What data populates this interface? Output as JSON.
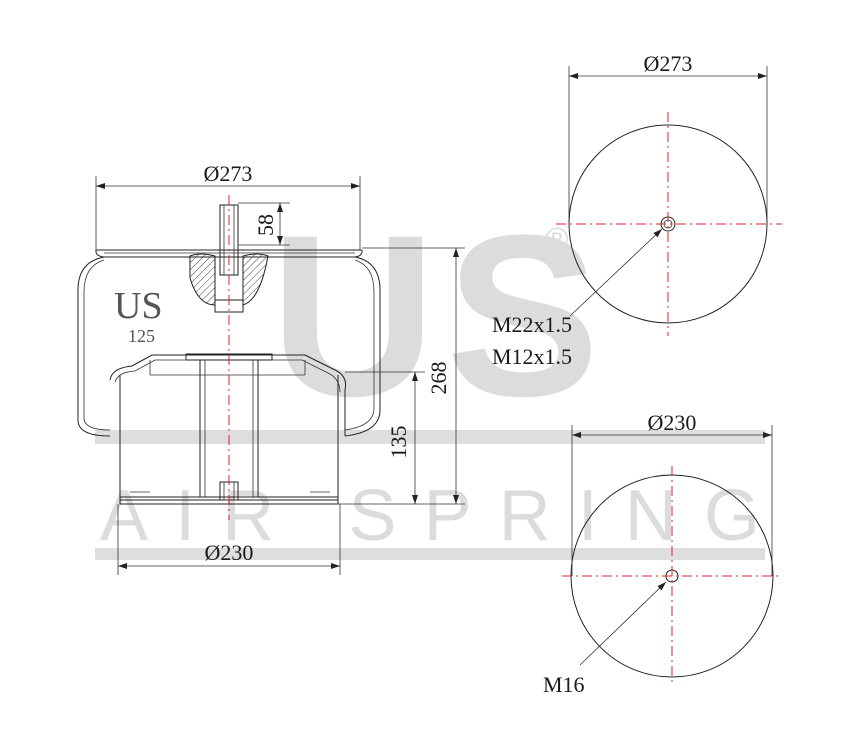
{
  "watermark": {
    "big_text": "US",
    "registered_mark": "®",
    "sub_text": "AIR SPRING"
  },
  "brand": {
    "logo_text": "US",
    "model_number": "125"
  },
  "side_view": {
    "top_diameter": "Ø273",
    "stud_length": "58",
    "total_height": "268",
    "piston_height": "135",
    "bottom_diameter": "Ø230"
  },
  "top_view": {
    "diameter": "Ø273",
    "thread_1": "M22x1.5",
    "thread_2": "M12x1.5"
  },
  "bottom_view": {
    "diameter": "Ø230",
    "thread": "M16"
  },
  "colors": {
    "centerline": "#e02020",
    "line": "#222222",
    "watermark": "#dcdcdc"
  }
}
